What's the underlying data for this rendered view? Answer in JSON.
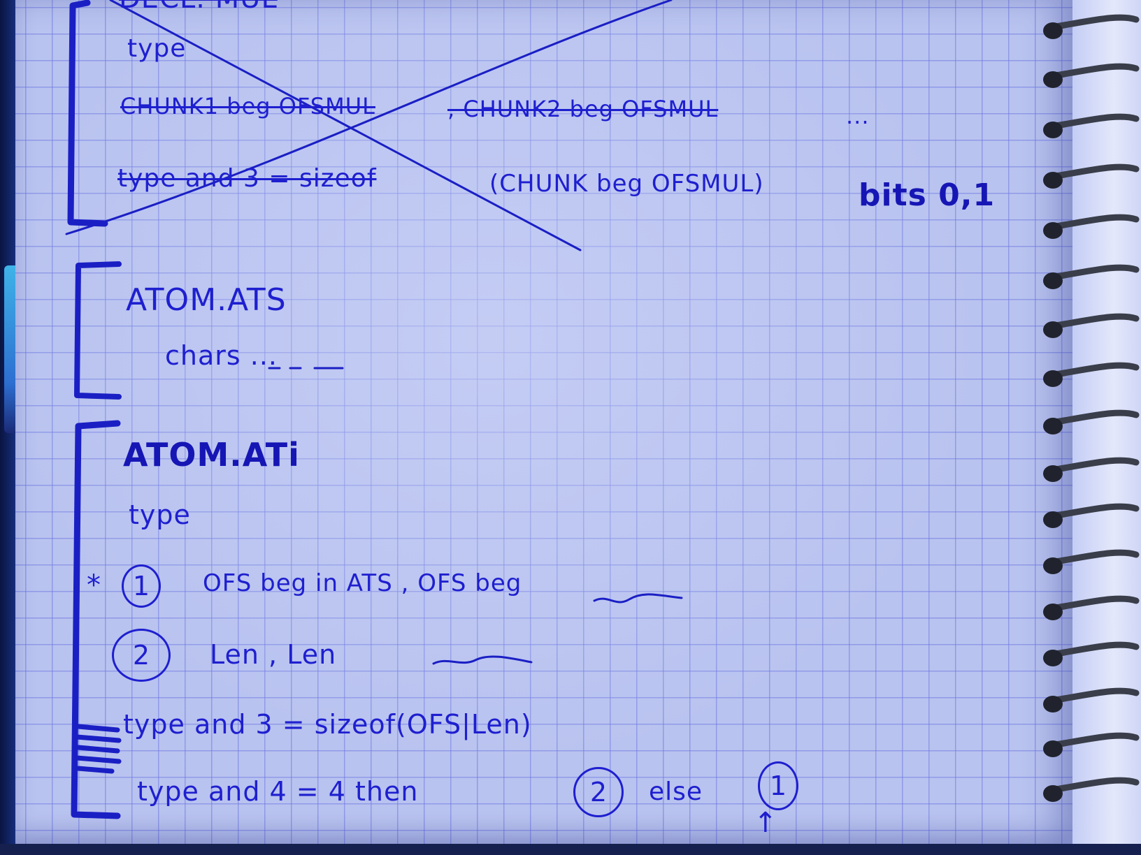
{
  "colors": {
    "ink": "#1e1fcf",
    "paper": "#b9c3ef",
    "grid": "#6e78e1"
  },
  "notes": {
    "top_partial": "DECL. MUL",
    "block1": {
      "line1": "type",
      "line2a": "CHUNK1 beg OFSMUL",
      "line2b": ", CHUNK2 beg OFSMUL",
      "line2c": "...",
      "line3a": "type and 3 = sizeof",
      "line3b": "(CHUNK beg OFSMUL)",
      "bits": "bits 0,1"
    },
    "block2": {
      "title": "ATOM.ATS",
      "line1": "chars ..."
    },
    "block3": {
      "title": "ATOM.ATi",
      "line1": "type",
      "star": "*",
      "item1_num": "1",
      "item1_text": "OFS beg in ATS , OFS beg",
      "item2_num": "2",
      "item2_text": "Len , Len",
      "line_sizeof": "type and 3 = sizeof(OFS|Len)",
      "line_cond_a": "type and 4 = 4  then",
      "cond_num_then": "2",
      "line_cond_b": "else",
      "cond_num_else": "1",
      "arrow": "↑"
    }
  }
}
